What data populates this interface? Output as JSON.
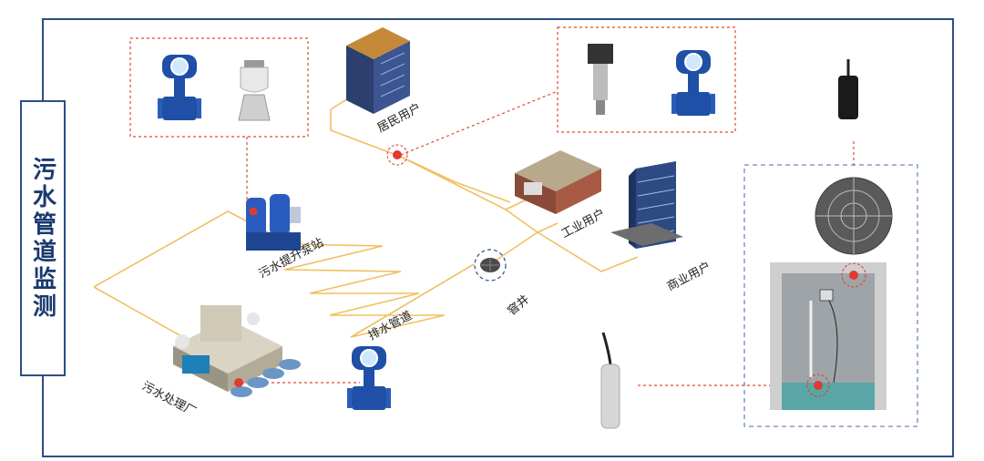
{
  "title": "污水管道监测",
  "nodes": {
    "residential": "居民用户",
    "industrial": "工业用户",
    "commercial": "商业用户",
    "pump_station": "污水提升泵站",
    "manhole": "窨井",
    "drain_pipe": "排水管道",
    "treatment_plant": "污水处理厂"
  },
  "colors": {
    "frame": "#2b4f86",
    "pipe": "#f0c060",
    "alert": "#e03a2e",
    "dashed_red": "#e0483a",
    "dashed_blue": "#6a8ac0"
  }
}
